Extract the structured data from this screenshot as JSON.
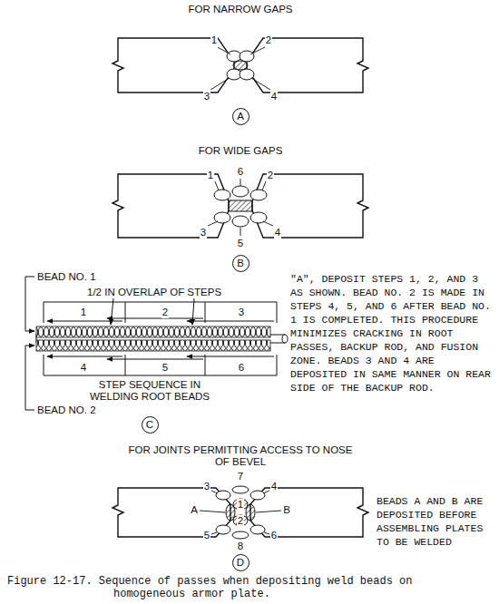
{
  "diagram": {
    "caption": "Figure 12-17. Sequence of passes when depositing weld beads on homogeneous armor plate.",
    "nodes": [
      {
        "text": [
          "A"
        ]
      },
      {
        "text": [
          "B"
        ]
      },
      {
        "text": [
          "C"
        ]
      },
      {
        "text": [
          "D"
        ]
      }
    ],
    "labels": [
      "FOR NARROW GAPS",
      "1",
      "2",
      "3",
      "4",
      "FOR WIDE GAPS",
      "6",
      "1",
      "2",
      "3",
      "4",
      "5",
      "BEAD NO. 1",
      "1/2 IN OVERLAP OF STEPS",
      "1",
      "2",
      "3",
      "4",
      "5",
      "6",
      "STEP SEQUENCE IN WELDING ROOT BEADS",
      "BEAD NO. 2",
      "\"A\", DEPOSIT STEPS 1, 2, AND 3 AS SHOWN. BEAD NO. 2 IS MADE IN STEPS 4, 5, AND 6 AFTER BEAD NO. 1 IS COMPLETED. THIS PROCEDURE MINIMIZES CRACKING IN ROOT PASSES, BACKUP ROD, AND FUSION ZONE. BEADS 3 AND 4 ARE DEPOSITED IN SAME MANNER ON REAR SIDE OF THE BACKUP ROD.",
      "FOR JOINTS PERMITTING ACCESS TO NOSE OF BEVEL",
      "7",
      "3",
      "4",
      "A",
      "1",
      "B",
      "2",
      "5",
      "6",
      "8",
      "BEADS A AND B ARE DEPOSITED BEFORE ASSEMBLING PLATES TO BE WELDED"
    ]
  }
}
